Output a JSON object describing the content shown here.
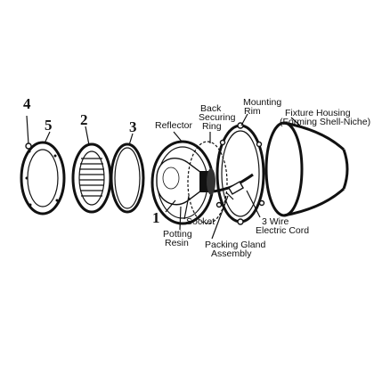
{
  "numbers": {
    "n1": "1",
    "n2": "2",
    "n3": "3",
    "n4": "4",
    "n5": "5"
  },
  "labels": {
    "reflector": "Reflector",
    "back_ring_1": "Back",
    "back_ring_2": "Securing",
    "back_ring_3": "Ring",
    "mounting_rim_1": "Mounting",
    "mounting_rim_2": "Rim",
    "fixture_housing_1": "Fixture Housing",
    "fixture_housing_2": "(Forming Shell-Niche)",
    "socket": "Socket",
    "potting_resin_1": "Potting",
    "potting_resin_2": "Resin",
    "packing_gland_1": "Packing Gland",
    "packing_gland_2": "Assembly",
    "cord_1": "3 Wire",
    "cord_2": "Electric Cord"
  }
}
